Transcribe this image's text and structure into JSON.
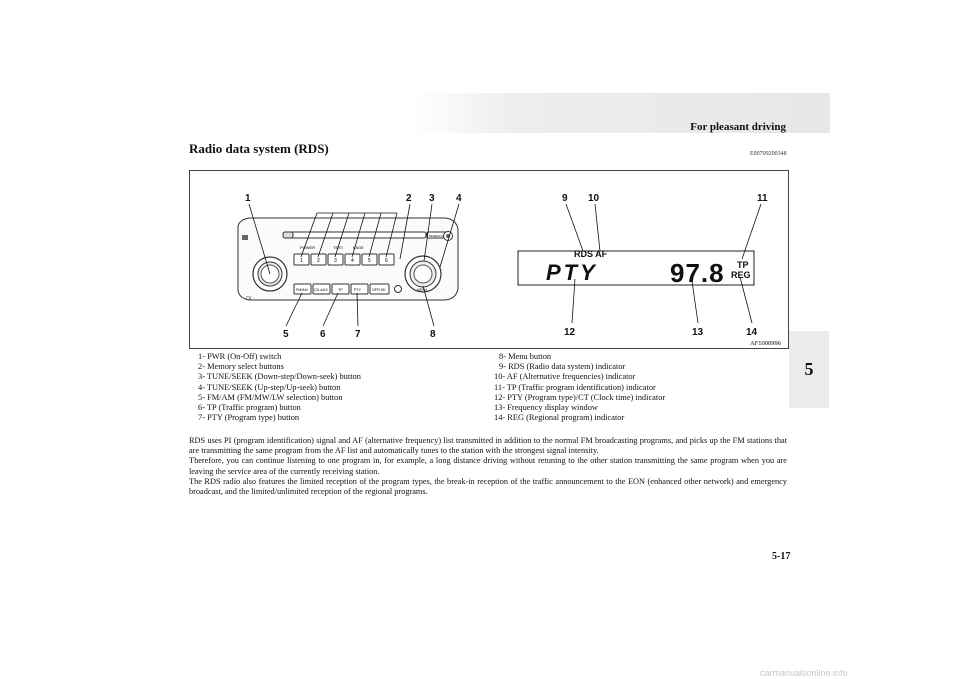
{
  "header": {
    "title": "For pleasant driving"
  },
  "side_tab": "5",
  "section": {
    "title": "Radio data system (RDS)",
    "code": "E00709200348"
  },
  "figure": {
    "code": "AF1000996",
    "callouts": [
      "1",
      "2",
      "3",
      "4",
      "5",
      "6",
      "7",
      "8",
      "9",
      "10",
      "11",
      "12",
      "13",
      "14"
    ],
    "buttons": {
      "fm_am": "FM/AM",
      "cd_aux": "CD-AUX",
      "tp": "TP",
      "pty": "PTY",
      "off": "OFF•SD",
      "power": "POWER",
      "text": "TEXT",
      "page": "PAGE",
      "menu": "MENU",
      "mode": "MODE/LOAD",
      "presets": [
        "1",
        "2",
        "3",
        "4",
        "5",
        "6"
      ]
    },
    "display": {
      "rds_af": "RDS AF",
      "pty": "PTY",
      "freq": "97.8",
      "tp": "TP",
      "reg": "REG"
    }
  },
  "legend_left": [
    "1- PWR (On-Off) switch",
    "2- Memory select buttons",
    "3- TUNE/SEEK (Down-step/Down-seek) button",
    "4- TUNE/SEEK (Up-step/Up-seek) button",
    "5- FM/AM (FM/MW/LW selection) button",
    "6- TP (Traffic program) button",
    "7- PTY (Program type) button"
  ],
  "legend_right": [
    "8- Menu button",
    "9- RDS (Radio data system) indicator",
    "10- AF (Alternative frequencies) indicator",
    "11- TP (Traffic program identification) indicator",
    "12- PTY (Program type)/CT (Clock time) indicator",
    "13- Frequency display window",
    "14- REG (Regional program) indicator"
  ],
  "body": [
    "RDS uses PI (program identification) signal and AF (alternative frequency) list transmitted in addition to the normal FM broadcasting programs, and picks up the FM stations that are transmitting the same program from the AF list and automatically tunes to the station with the strongest signal intensity.",
    "Therefore, you can continue listening to one program in, for example, a long distance driving without retuning to the other station transmitting the same program when you are leaving the service area of the currently receiving station.",
    "The RDS radio also features the limited reception of the program types, the break-in reception of the traffic announcement to the EON (enhanced other network) and emergency broadcast, and the limited/unlimited reception of the regional programs."
  ],
  "page_number": "5-17",
  "watermark": "carmanualsonline.info"
}
